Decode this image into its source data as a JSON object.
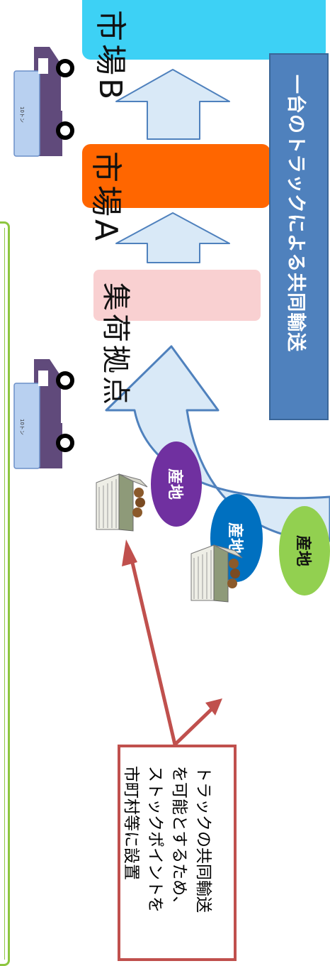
{
  "market_b": {
    "label": "市場B"
  },
  "market_a": {
    "label": "市場A"
  },
  "collection_hub": {
    "label": "集荷拠点"
  },
  "banner": {
    "label": "一台のトラックによる共同輸送"
  },
  "trucks": [
    {
      "cargo_label": "10トン"
    },
    {
      "cargo_label": "10トン"
    }
  ],
  "farms": [
    {
      "label": "産地",
      "color": "#7030a0"
    },
    {
      "label": "産地",
      "color": "#0070c0"
    },
    {
      "label": "産地",
      "color": "#92d050"
    }
  ],
  "callout": {
    "lines": [
      "トラックの共同輸送",
      "を可能とするため、",
      "ストックポイントを",
      "市町村等に設置"
    ],
    "border_color": "#c0504d"
  },
  "colors": {
    "arrow_fill": "#d9e9f7",
    "arrow_stroke": "#4f81bd",
    "truck_body": "#604a7b",
    "frame": "#8dc63f"
  }
}
